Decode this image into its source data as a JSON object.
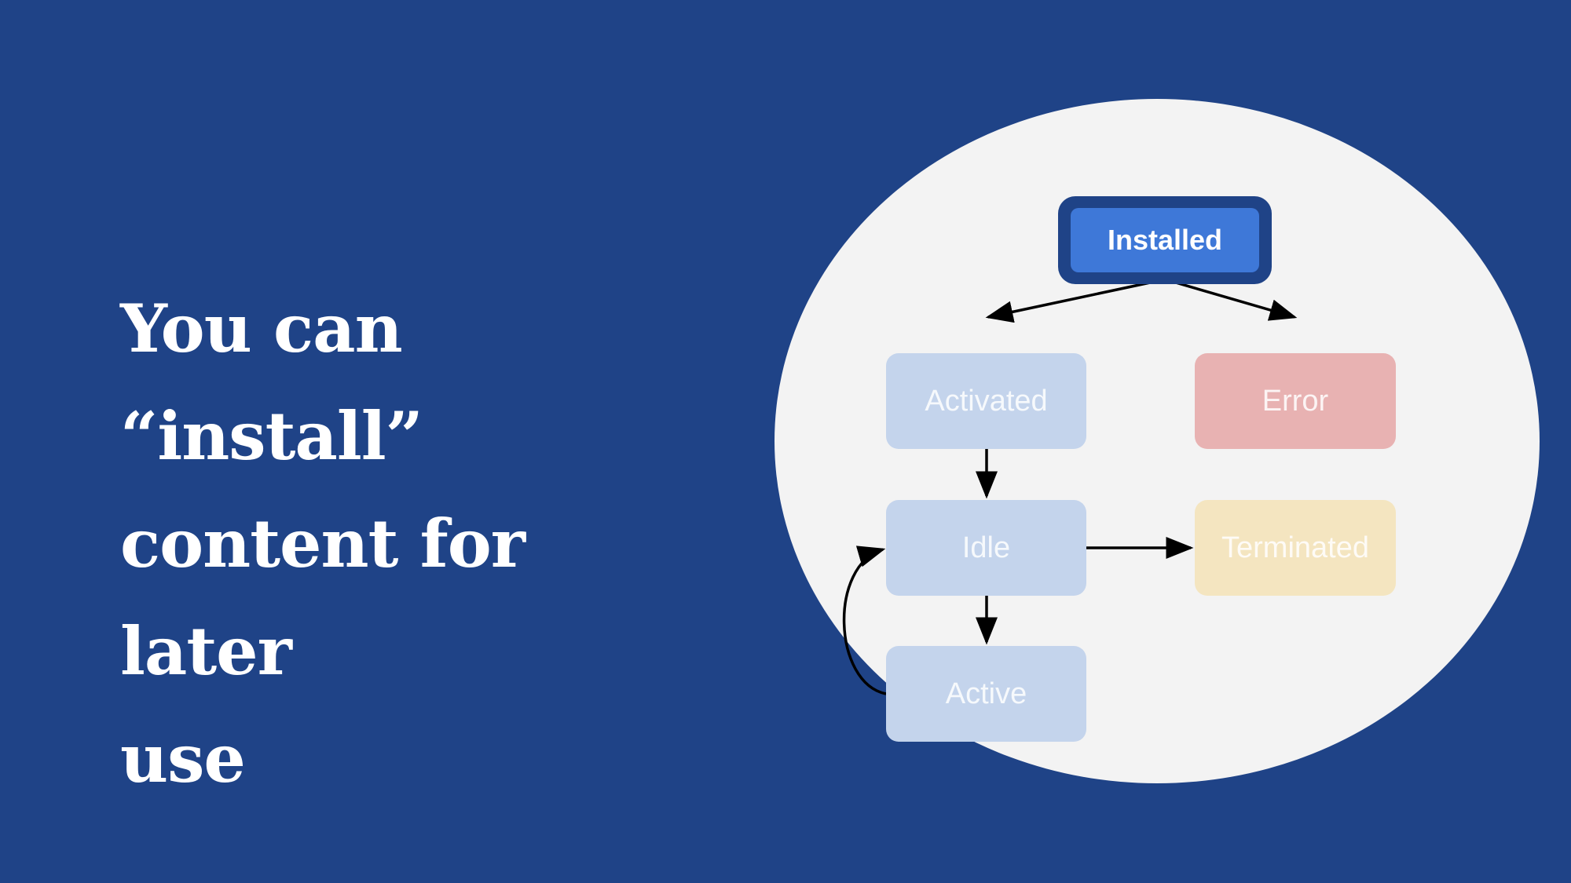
{
  "headline": {
    "lines": [
      "You can “install”",
      "content for later",
      "use"
    ]
  },
  "diagram": {
    "nodes": {
      "installed": "Installed",
      "activated": "Activated",
      "error": "Error",
      "idle": "Idle",
      "terminated": "Terminated",
      "active": "Active"
    },
    "edges": [
      [
        "Installed",
        "Activated"
      ],
      [
        "Installed",
        "Error"
      ],
      [
        "Activated",
        "Idle"
      ],
      [
        "Idle",
        "Terminated"
      ],
      [
        "Idle",
        "Active"
      ],
      [
        "Active",
        "Idle"
      ]
    ],
    "colors": {
      "background": "#1f4387",
      "installed": "#3e78d8",
      "state": "#c4d4ec",
      "error": "#e8b2b2",
      "terminated": "#f4e5c0"
    }
  }
}
